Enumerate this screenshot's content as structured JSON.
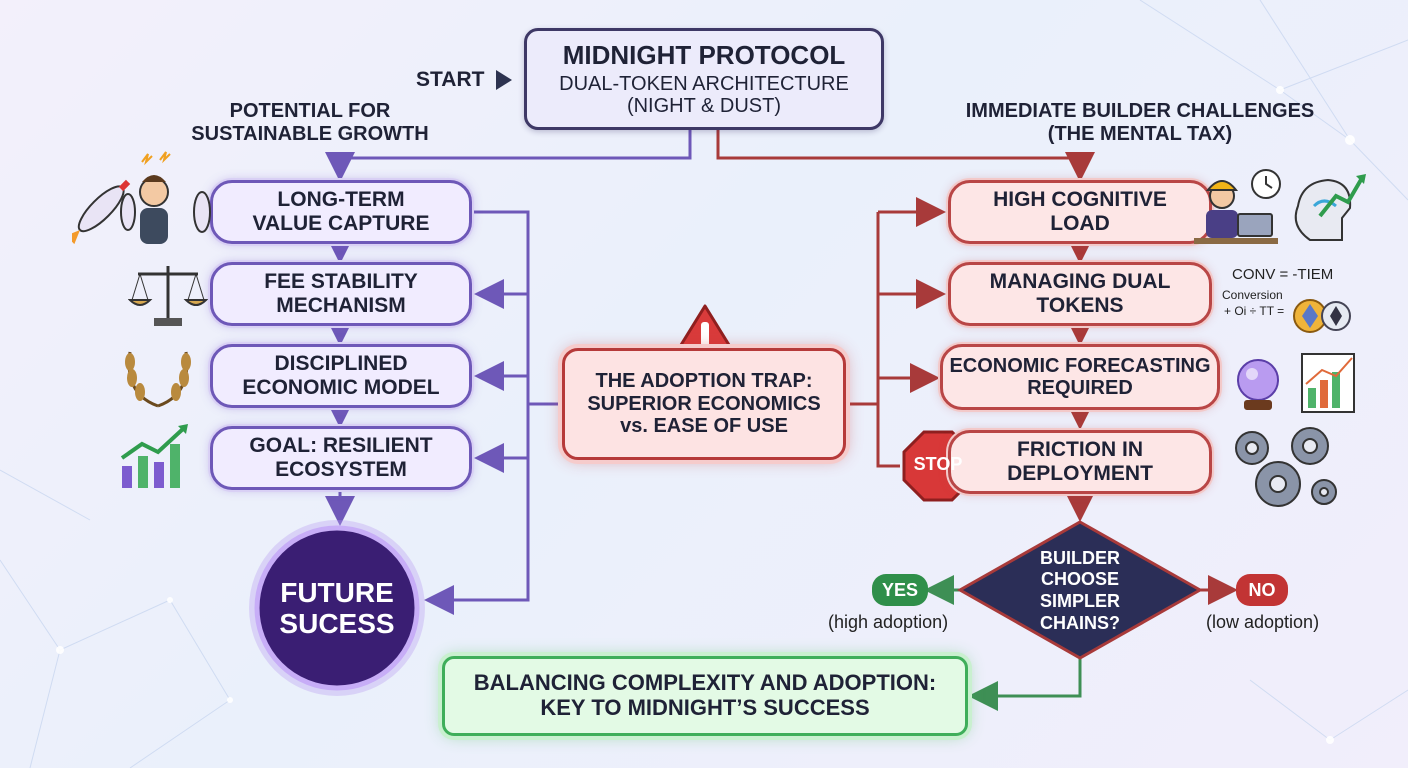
{
  "header": {
    "start_label": "START",
    "title_lines": [
      "MIDNIGHT PROTOCOL",
      "DUAL-TOKEN ARCHITECTURE",
      "(NIGHT & DUST)"
    ]
  },
  "left": {
    "heading_lines": [
      "POTENTIAL FOR",
      "SUSTAINABLE GROWTH"
    ],
    "steps": [
      {
        "lines": [
          "LONG-TERM",
          "VALUE CAPTURE"
        ]
      },
      {
        "lines": [
          "FEE STABILITY",
          "MECHANISM"
        ]
      },
      {
        "lines": [
          "DISCIPLINED",
          "ECONOMIC MODEL"
        ]
      },
      {
        "lines": [
          "GOAL: RESILIENT",
          "ECOSYSTEM"
        ]
      }
    ],
    "outcome_lines": [
      "FUTURE",
      "SUCESS"
    ]
  },
  "center": {
    "trap_lines": [
      "THE ADOPTION TRAP:",
      "SUPERIOR ECONOMICS",
      "vs. EASE OF USE"
    ]
  },
  "right": {
    "heading_lines": [
      "IMMEDIATE BUILDER CHALLENGES",
      "(THE MENTAL TAX)"
    ],
    "steps": [
      {
        "lines": [
          "HIGH COGNITIVE",
          "LOAD"
        ]
      },
      {
        "lines": [
          "MANAGING DUAL",
          "TOKENS"
        ]
      },
      {
        "lines": [
          "ECONOMIC FORECASTING",
          "REQUIRED"
        ]
      },
      {
        "lines": [
          "FRICTION IN",
          "DEPLOYMENT"
        ]
      }
    ],
    "stop_sign": "STOP",
    "formula_lines": [
      "CONV  = -TIEM",
      "Conversion",
      "+ Oi ÷ TT ="
    ]
  },
  "decision": {
    "question_lines": [
      "BUILDER",
      "CHOOSE SIMPLER",
      "CHAINS?"
    ],
    "yes_label": "YES",
    "yes_sub": "(high adoption)",
    "no_label": "NO",
    "no_sub": "(low adoption)"
  },
  "conclusion": {
    "lines": [
      "BALANCING COMPLEXITY AND ADOPTION:",
      "KEY TO MIDNIGHT’S SUCCESS"
    ]
  },
  "colors": {
    "purple_flow": "#6e58b8",
    "red_flow": "#a83a3a",
    "green_flow": "#3e8f55",
    "decision_fill": "#2b2e57"
  }
}
